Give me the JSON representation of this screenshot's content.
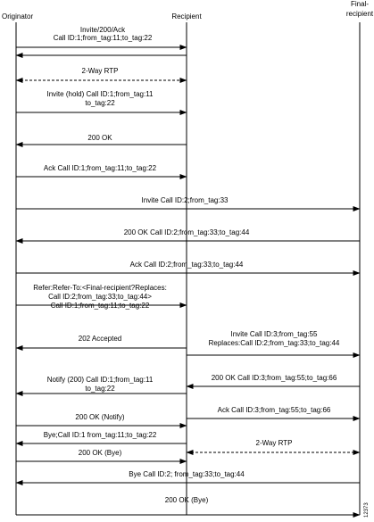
{
  "participants": [
    {
      "id": "originator",
      "lines": [
        "Originator"
      ]
    },
    {
      "id": "recipient",
      "lines": [
        "Recipient"
      ]
    },
    {
      "id": "final",
      "lines": [
        "Final-",
        "recipient"
      ]
    }
  ],
  "messages": [
    {
      "from": "originator",
      "to": "recipient",
      "style": "solid",
      "labels": [
        "Invite/200/Ack",
        "Call ID:1;from_tag:11;to_tag:22"
      ]
    },
    {
      "from": "recipient",
      "to": "originator",
      "style": "solid",
      "labels": []
    },
    {
      "from": "originator",
      "to": "recipient",
      "style": "dashed-both",
      "labels": [
        "2-Way RTP"
      ]
    },
    {
      "from": "originator",
      "to": "recipient",
      "style": "solid",
      "labels": [
        "Invite (hold) Call ID:1;from_tag:11",
        "to_tag:22"
      ]
    },
    {
      "from": "recipient",
      "to": "originator",
      "style": "solid",
      "labels": [
        "200 OK"
      ]
    },
    {
      "from": "originator",
      "to": "recipient",
      "style": "solid",
      "labels": [
        "Ack Call ID:1;from_tag:11;to_tag:22"
      ]
    },
    {
      "from": "originator",
      "to": "final",
      "style": "solid",
      "labels": [
        "Invite    Call ID:2;from_tag:33"
      ]
    },
    {
      "from": "final",
      "to": "originator",
      "style": "solid",
      "labels": [
        "200 OK Call ID:2;from_tag:33;to_tag:44"
      ]
    },
    {
      "from": "originator",
      "to": "final",
      "style": "solid",
      "labels": [
        "Ack  Call ID:2;from_tag:33;to_tag:44"
      ]
    },
    {
      "from": "originator",
      "to": "recipient",
      "style": "solid",
      "labels": [
        "Refer:Refer-To:<Final-recipient?Replaces:",
        "Call ID:2;from_tag:33;to_tag:44>",
        "Call ID:1;from_tag:11;to_tag:22"
      ]
    },
    {
      "from": "recipient",
      "to": "originator",
      "style": "solid",
      "labels": [
        "202 Accepted"
      ]
    },
    {
      "from": "recipient",
      "to": "final",
      "style": "solid",
      "labels": [
        "Invite Call ID:3;from_tag:55",
        "Replaces:Call ID:2;from_tag:33;to_tag:44"
      ]
    },
    {
      "from": "recipient",
      "to": "originator",
      "style": "solid",
      "labels": [
        "Notify (200) Call ID:1;from_tag:11",
        "to_tag:22"
      ]
    },
    {
      "from": "final",
      "to": "recipient",
      "style": "solid",
      "labels": [
        "200 OK Call ID:3;from_tag:55;to_tag:66"
      ]
    },
    {
      "from": "originator",
      "to": "recipient",
      "style": "solid",
      "labels": [
        "200 OK (Notify)"
      ]
    },
    {
      "from": "recipient",
      "to": "final",
      "style": "solid",
      "labels": [
        "Ack Call ID:3;from_tag:55;to_tag:66"
      ]
    },
    {
      "from": "recipient",
      "to": "originator",
      "style": "solid",
      "labels": [
        "Bye;Call ID:1 from_tag:11;to_tag:22"
      ]
    },
    {
      "from": "recipient",
      "to": "final",
      "style": "dashed-both",
      "labels": [
        "2-Way RTP"
      ]
    },
    {
      "from": "originator",
      "to": "recipient",
      "style": "solid",
      "labels": [
        "200 OK (Bye)"
      ]
    },
    {
      "from": "final",
      "to": "originator",
      "style": "solid",
      "labels": [
        "Bye Call ID:2; from_tag:33;to_tag:44"
      ]
    },
    {
      "from": "originator",
      "to": "final",
      "style": "solid",
      "labels": [
        "200 OK (Bye)"
      ]
    }
  ],
  "figure_id": "12373",
  "colors": {
    "line": "#000000",
    "background": "#ffffff"
  }
}
